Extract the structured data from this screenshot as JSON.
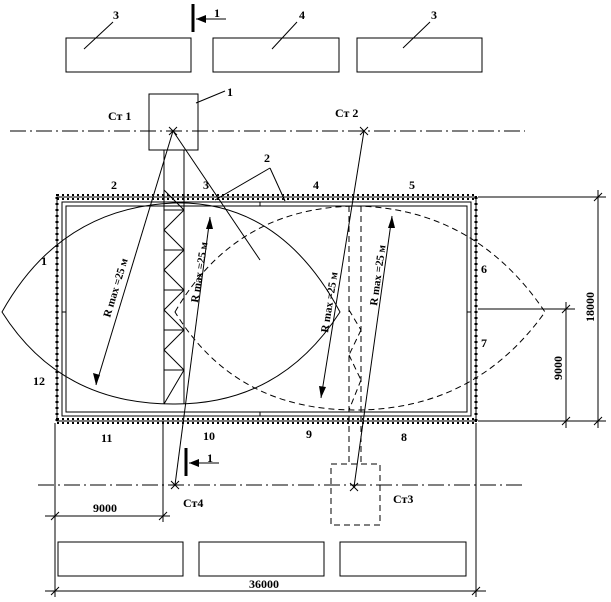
{
  "labels": {
    "st1": "Ст 1",
    "st2": "Ст 2",
    "st3": "Ст3",
    "st4": "Ст4",
    "rmax": "R max =25 м"
  },
  "dims": {
    "d9000_bottom": "9000",
    "d36000": "36000",
    "d18000": "18000",
    "d9000_right": "9000"
  },
  "callouts": {
    "c1": "1",
    "c2": "2",
    "c3": "3",
    "c4": "4"
  },
  "sections": [
    "1",
    "2",
    "3",
    "4",
    "5",
    "6",
    "7",
    "8",
    "9",
    "10",
    "11",
    "12"
  ]
}
